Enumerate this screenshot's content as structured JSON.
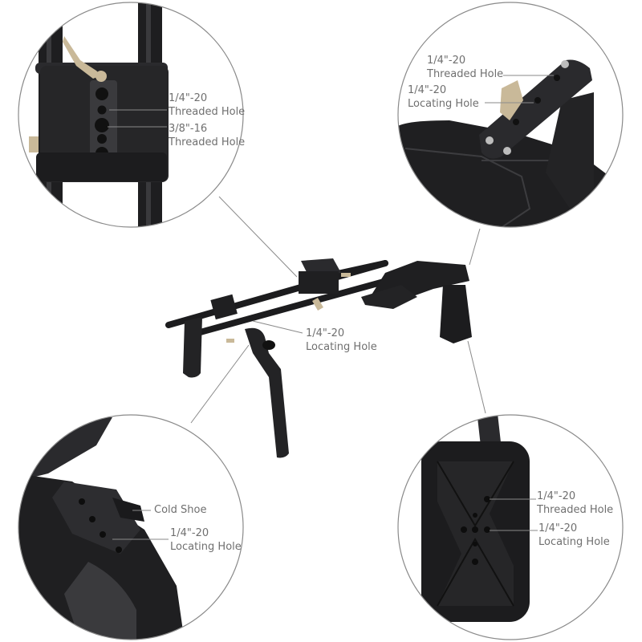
{
  "image": {
    "subject": "shoulder rig with callout detail circles",
    "colors": {
      "background": "#ffffff",
      "circle_border": "#8a8a8a",
      "leader_line": "#8a8a8a",
      "label_text": "#6f6f6f",
      "product_black": "#1c1c1e",
      "product_dark": "#2b2b2e",
      "accent_brass": "#c9b999"
    }
  },
  "callouts": {
    "top_left": {
      "label_1": {
        "size": "1/4\"-20",
        "type": "Threaded Hole"
      },
      "label_2": {
        "size": "3/8\"-16",
        "type": "Threaded Hole"
      }
    },
    "top_right": {
      "label_1": {
        "size": "1/4\"-20",
        "type": "Threaded Hole"
      },
      "label_2": {
        "size": "1/4\"-20",
        "type": "Locating Hole"
      }
    },
    "center": {
      "label_1": {
        "size": "1/4\"-20",
        "type": "Locating Hole"
      }
    },
    "bottom_left": {
      "label_1": {
        "text": "Cold Shoe"
      },
      "label_2": {
        "size": "1/4\"-20",
        "type": "Locating Hole"
      }
    },
    "bottom_right": {
      "label_1": {
        "size": "1/4\"-20",
        "type": "Threaded Hole"
      },
      "label_2": {
        "size": "1/4\"-20",
        "type": "Locating Hole"
      }
    }
  }
}
